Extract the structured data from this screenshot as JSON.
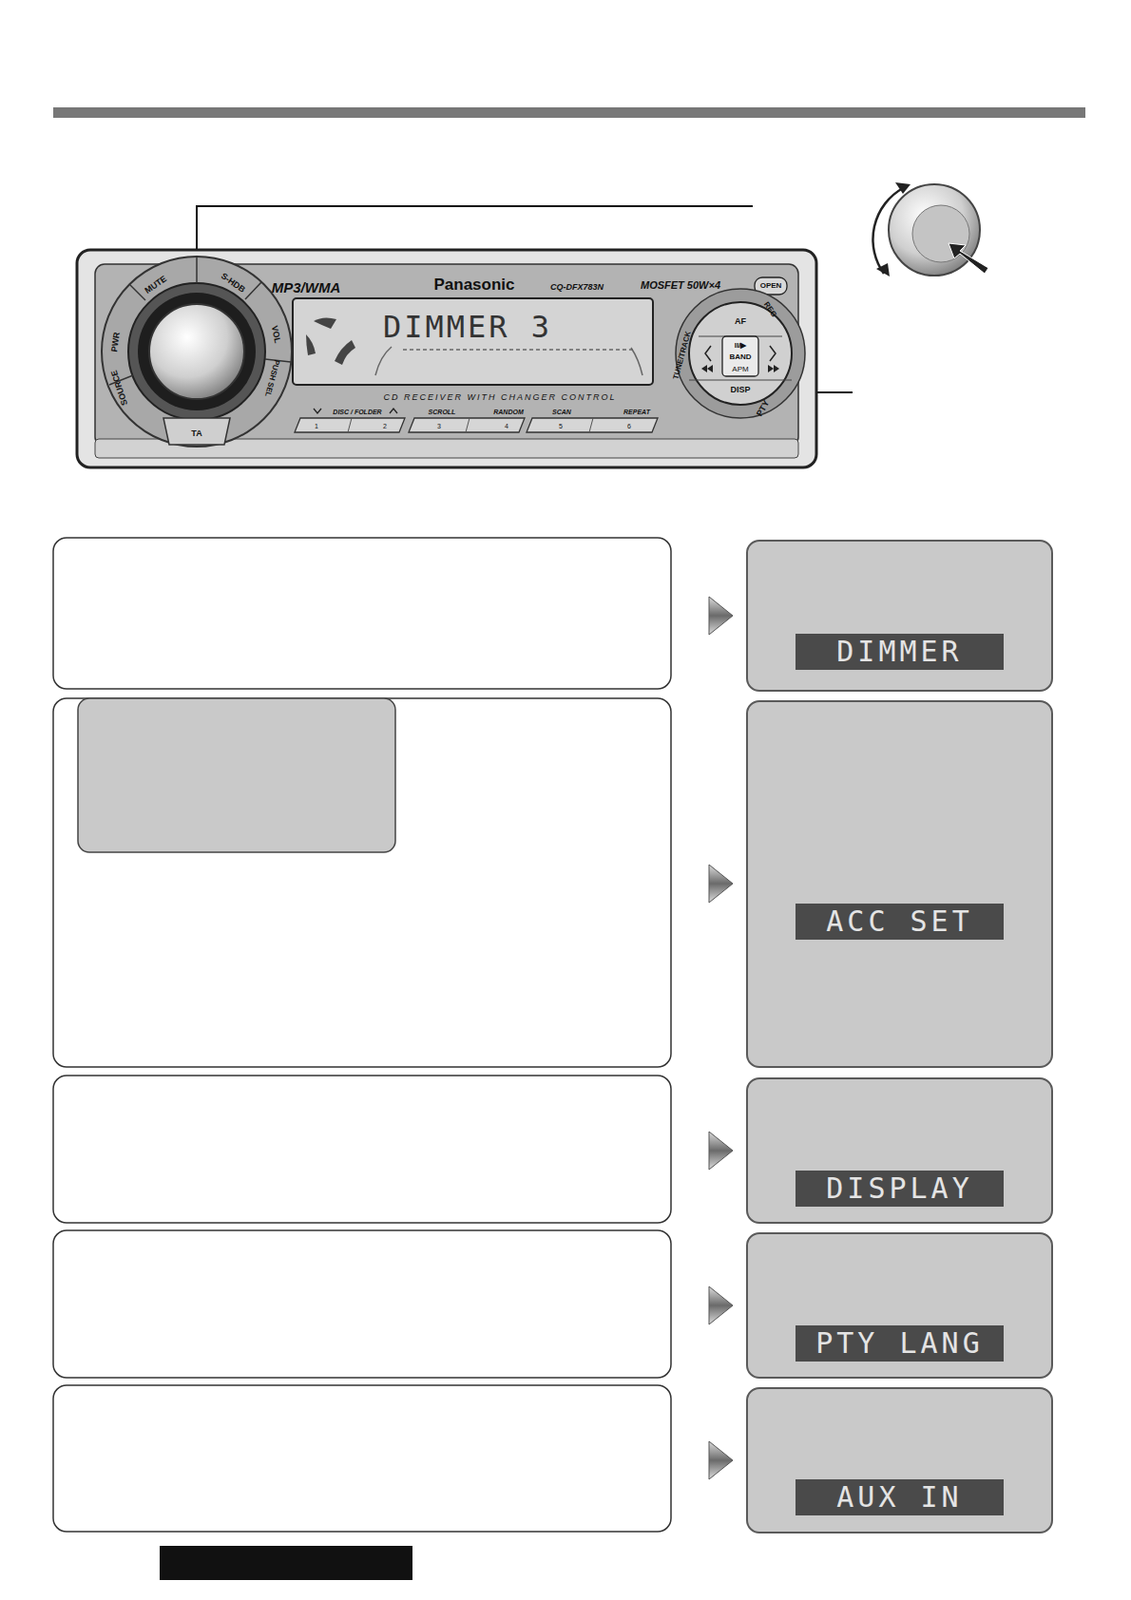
{
  "diagram": {
    "nodes": [
      {
        "text": [
          "DIMMER"
        ]
      },
      {
        "text": [
          "ACC SET"
        ]
      },
      {
        "text": [
          "DISPLAY"
        ]
      },
      {
        "text": [
          "PTY LANG"
        ]
      },
      {
        "text": [
          "AUX IN"
        ]
      }
    ],
    "labels": [
      "MP3/WMA",
      "Panasonic",
      "CQ-DFX783N",
      "MOSFET 50W×4",
      "OPEN",
      "REG",
      "AF",
      "TUNE/TRACK",
      "BAND",
      "APM",
      "DISP",
      "PTY",
      "DIMMER 3",
      "CD RECEIVER WITH CHANGER CONTROL",
      "DISC / FOLDER",
      "SCROLL",
      "RANDOM",
      "SCAN",
      "REPEAT",
      "1",
      "2",
      "3",
      "4",
      "5",
      "6",
      "PWR",
      "MUTE",
      "S-HDB",
      "VOL",
      "PUSH SEL",
      "SOURCE",
      "TA",
      "II/▶"
    ]
  }
}
